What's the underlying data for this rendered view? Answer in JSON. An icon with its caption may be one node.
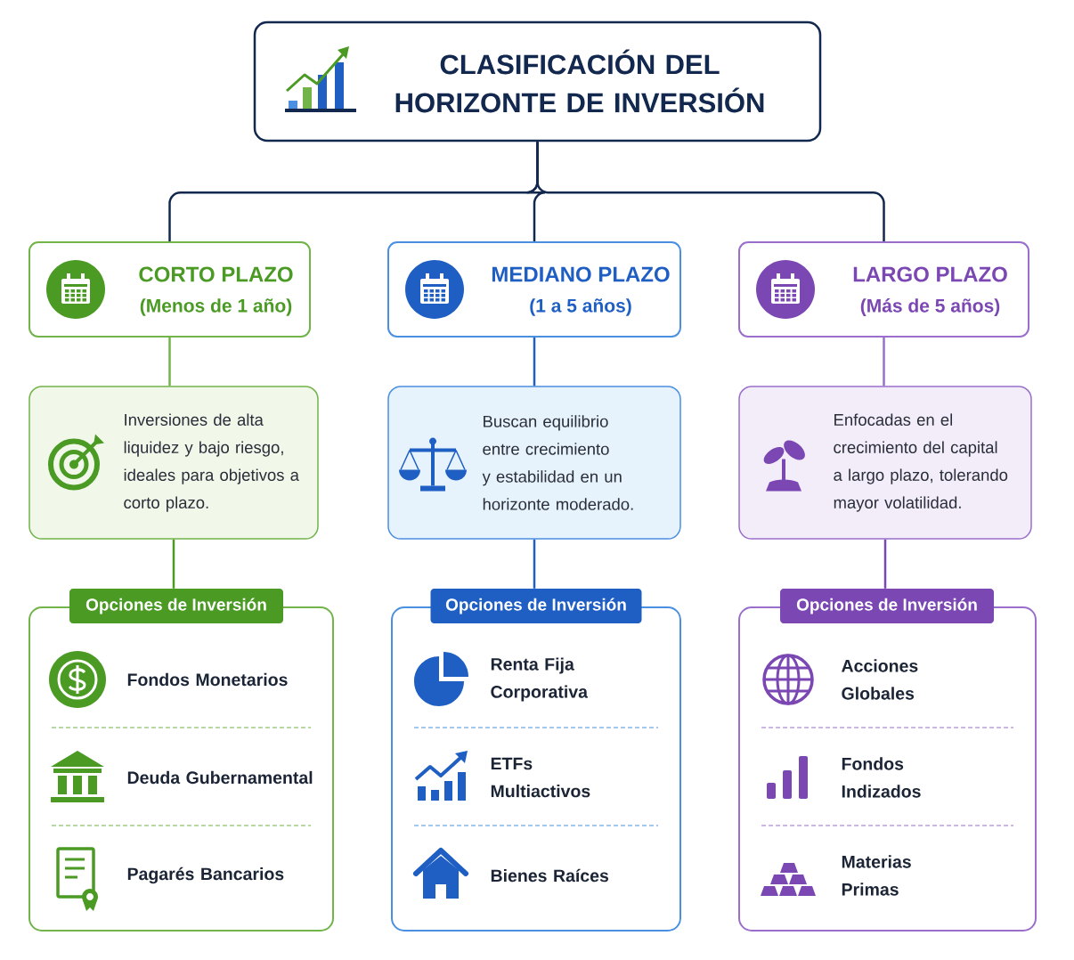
{
  "diagram": {
    "nodes": [
      {
        "text": [
          "CLASIFICACIÓN DEL HORIZONTE DE INVERSIÓN"
        ]
      },
      {
        "text": [
          "CORTO PLAZO",
          "(Menos de 1 año)"
        ]
      },
      {
        "text": [
          "MEDIANO PLAZO",
          "(1 a 5 años)"
        ]
      },
      {
        "text": [
          "LARGO PLAZO",
          "(Más de 5 años)"
        ]
      },
      {
        "text": [
          "Inversiones de alta liquidez y bajo riesgo, ideales para objetivos a corto plazo."
        ]
      },
      {
        "text": [
          "Buscan equilibrio entre crecimiento y estabilidad en un horizonte moderado."
        ]
      },
      {
        "text": [
          "Enfocadas en el crecimiento del capital a largo plazo, tolerando mayor volatilidad."
        ]
      },
      {
        "text": [
          "Opciones de Inversión",
          "Fondos Monetarios",
          "Deuda Gubernamental",
          "Pagarés Bancarios"
        ]
      },
      {
        "text": [
          "Opciones de Inversión",
          "Renta Fija Corporativa",
          "ETFs Multiactivos",
          "Bienes Raíces"
        ]
      },
      {
        "text": [
          "Opciones de Inversión",
          "Acciones Globales",
          "Fondos Indizados",
          "Materias Primas"
        ]
      }
    ],
    "edges": [
      {
        "from": 0,
        "to": 1,
        "arrow": "none"
      },
      {
        "from": 0,
        "to": 2,
        "arrow": "none"
      },
      {
        "from": 0,
        "to": 3,
        "arrow": "none"
      },
      {
        "from": 1,
        "to": 4,
        "arrow": "none",
        "color": "#72b34a"
      },
      {
        "from": 2,
        "to": 5,
        "arrow": "none",
        "color": "#1f5fc4"
      },
      {
        "from": 3,
        "to": 6,
        "arrow": "none",
        "color": "#9a6fcc"
      },
      {
        "from": 4,
        "to": 7,
        "arrow": "none",
        "color": "#4a9a24"
      },
      {
        "from": 5,
        "to": 8,
        "arrow": "none",
        "color": "#1f5fc4"
      },
      {
        "from": 6,
        "to": 9,
        "arrow": "none",
        "color": "#7a47b3"
      }
    ]
  }
}
